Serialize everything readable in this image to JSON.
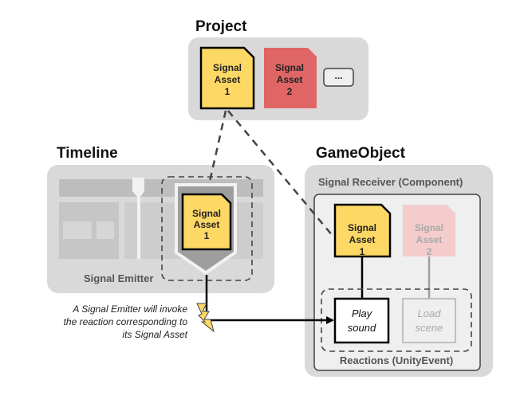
{
  "project": {
    "title": "Project",
    "assets": [
      {
        "lines": [
          "Signal",
          "Asset",
          "1"
        ],
        "color": "#FDD865",
        "selected": true
      },
      {
        "lines": [
          "Signal",
          "Asset",
          "2"
        ],
        "color": "#E06666",
        "selected": false
      }
    ],
    "more_label": "..."
  },
  "timeline": {
    "title": "Timeline",
    "emitter_label": "Signal Emitter",
    "emitter_asset": {
      "lines": [
        "Signal",
        "Asset",
        "1"
      ],
      "color": "#FDD865"
    }
  },
  "gameobject": {
    "title": "GameObject",
    "component_label": "Signal Receiver (Component)",
    "assets": [
      {
        "lines": [
          "Signal",
          "Asset",
          "1"
        ],
        "color": "#FDD865",
        "active": true
      },
      {
        "lines": [
          "Signal",
          "Asset",
          "2"
        ],
        "color": "#F4CCCC",
        "active": false
      }
    ],
    "reactions": [
      {
        "lines": [
          "Play",
          "sound"
        ],
        "active": true
      },
      {
        "lines": [
          "Load",
          "scene"
        ],
        "active": false
      }
    ],
    "reactions_label": "Reactions (UnityEvent)"
  },
  "caption": {
    "lines": [
      "A Signal Emitter will invoke",
      "the reaction corresponding to",
      "its Signal Asset"
    ]
  },
  "colors": {
    "panel_bg": "#D9D9D9",
    "inner_bg": "#EFEFEF",
    "signal_yellow": "#FDD865",
    "signal_red": "#E06666",
    "signal_red_faded": "#F4CCCC",
    "line_dark": "#444444"
  }
}
